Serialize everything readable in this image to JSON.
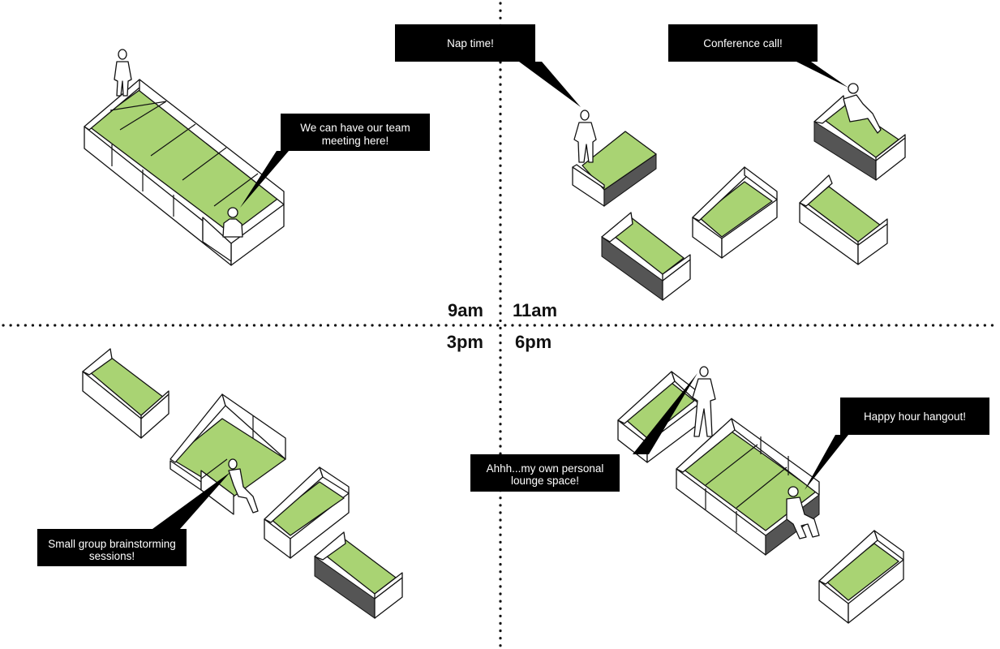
{
  "time_labels": {
    "nine_am": "9am",
    "eleven_am": "11am",
    "three_pm": "3pm",
    "six_pm": "6pm"
  },
  "bubbles": {
    "team_meeting": [
      "We can have our team",
      "meeting here!"
    ],
    "nap_time": [
      "Nap time!"
    ],
    "conference_call": [
      "Conference call!"
    ],
    "brainstorming": [
      "Small group brainstorming",
      "sessions!"
    ],
    "personal_lounge": [
      "Ahhh...my own personal",
      "lounge space!"
    ],
    "happy_hour": [
      "Happy hour hangout!"
    ]
  },
  "colors": {
    "cushion": "#a9d373",
    "divider": "#111111",
    "bubble": "#000000",
    "bubble_text": "#ffffff"
  }
}
